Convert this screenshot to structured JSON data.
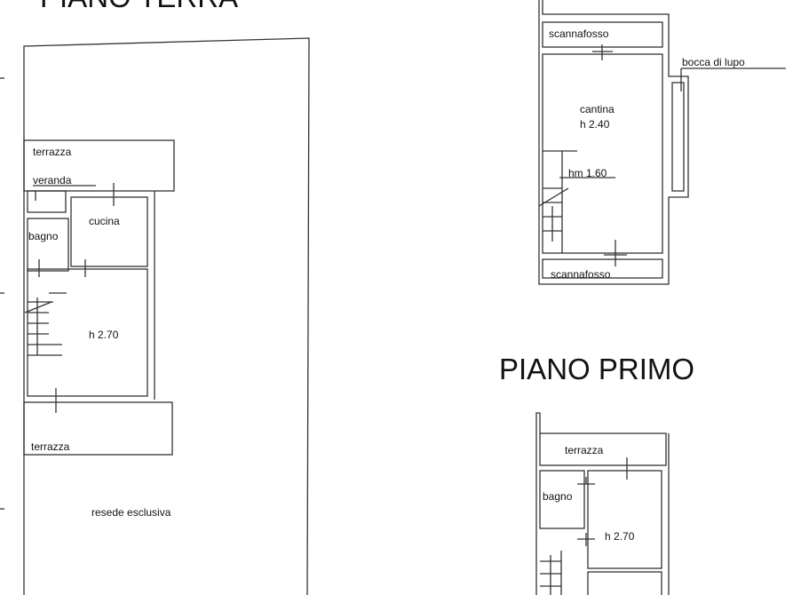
{
  "titles": {
    "ground_floor": "PIANO TERRA",
    "first_floor": "PIANO PRIMO"
  },
  "ground_floor": {
    "terrace_top": "terrazza",
    "veranda": "veranda",
    "kitchen": "cucina",
    "bathroom": "bagno",
    "main_room_height": "h 2.70",
    "terrace_bottom": "terrazza",
    "garden": "resede esclusiva"
  },
  "basement": {
    "trench_top": "scannafosso",
    "cellar": "cantina",
    "cellar_height": "h 2.40",
    "light_well": "bocca di lupo",
    "min_height": "hm 1.60",
    "trench_bottom": "scannafosso"
  },
  "first_floor": {
    "terrace": "terrazza",
    "bathroom": "bagno",
    "room_height": "h 2.70"
  }
}
